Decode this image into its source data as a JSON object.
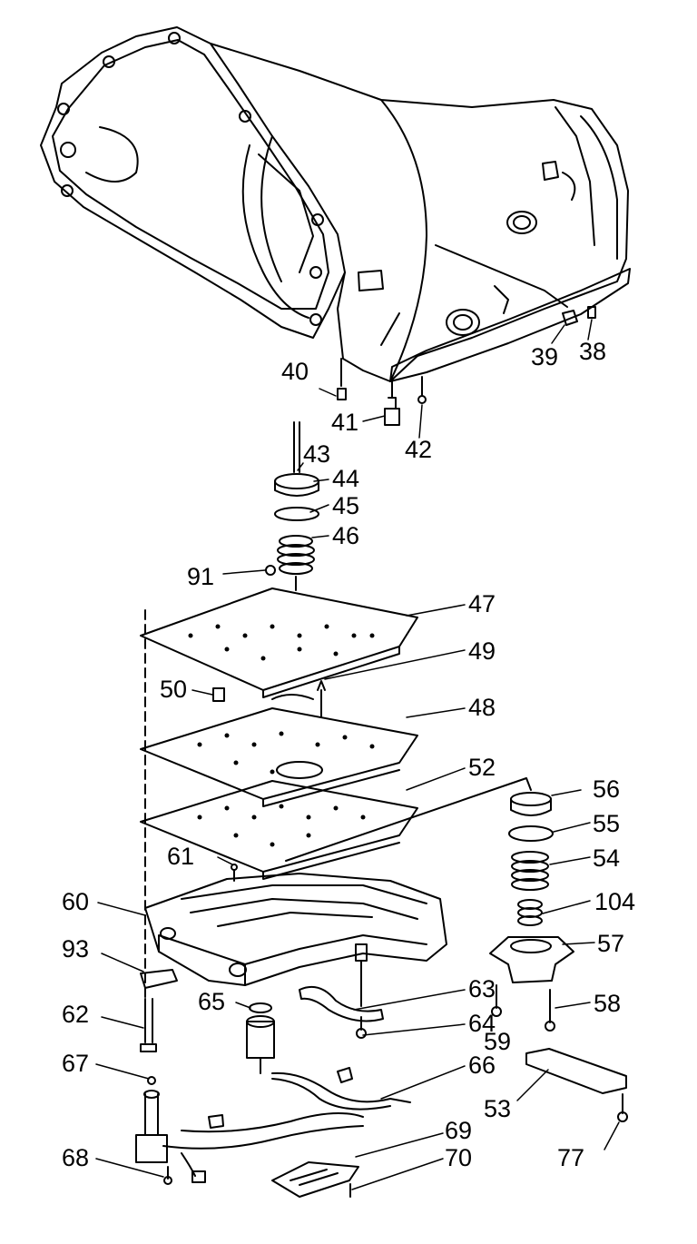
{
  "callouts": {
    "c38": "38",
    "c39": "39",
    "c40": "40",
    "c41": "41",
    "c42": "42",
    "c43": "43",
    "c44": "44",
    "c45": "45",
    "c46": "46",
    "c47": "47",
    "c48": "48",
    "c49": "49",
    "c50": "50",
    "c52": "52",
    "c53": "53",
    "c54": "54",
    "c55": "55",
    "c56": "56",
    "c57": "57",
    "c58": "58",
    "c59": "59",
    "c60": "60",
    "c61": "61",
    "c62": "62",
    "c63": "63",
    "c64": "64",
    "c65": "65",
    "c66": "66",
    "c67": "67",
    "c68": "68",
    "c69": "69",
    "c70": "70",
    "c77": "77",
    "c91": "91",
    "c93": "93",
    "c104": "104"
  },
  "colors": {
    "ink": "#000000",
    "paper": "#ffffff"
  }
}
